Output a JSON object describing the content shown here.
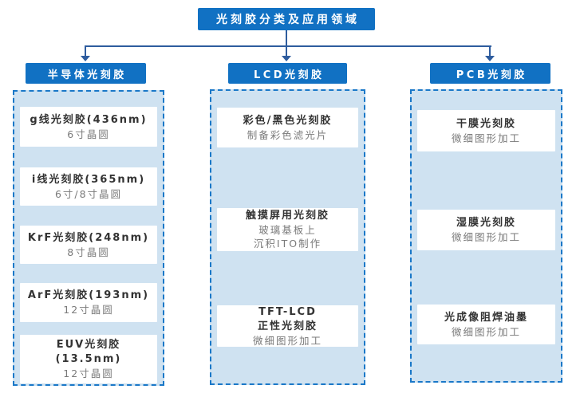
{
  "title": "光刻胶分类及应用领域",
  "colors": {
    "header_bg": "#1171c3",
    "connector": "#2e5c9e",
    "panel_bg": "#cfe2f1",
    "panel_border": "#1a78c8",
    "item_bg": "#ffffff",
    "main_text": "#333333",
    "sub_text": "#7a7a7a"
  },
  "branches": [
    {
      "header": "半导体光刻胶",
      "items": [
        {
          "main": [
            "g线光刻胶(436nm)"
          ],
          "sub": [
            "6寸晶圆"
          ]
        },
        {
          "main": [
            "i线光刻胶(365nm)"
          ],
          "sub": [
            "6寸/8寸晶圆"
          ]
        },
        {
          "main": [
            "KrF光刻胶(248nm)"
          ],
          "sub": [
            "8寸晶圆"
          ]
        },
        {
          "main": [
            "ArF光刻胶(193nm)"
          ],
          "sub": [
            "12寸晶圆"
          ]
        },
        {
          "main": [
            "EUV光刻胶",
            "(13.5nm)"
          ],
          "sub": [
            "12寸晶圆"
          ]
        }
      ]
    },
    {
      "header": "LCD光刻胶",
      "items": [
        {
          "main": [
            "彩色/黑色光刻胶"
          ],
          "sub": [
            "制备彩色滤光片"
          ]
        },
        {
          "main": [
            "触摸屏用光刻胶"
          ],
          "sub": [
            "玻璃基板上",
            "沉积ITO制作"
          ]
        },
        {
          "main": [
            "TFT-LCD",
            "正性光刻胶"
          ],
          "sub": [
            "微细图形加工"
          ]
        }
      ]
    },
    {
      "header": "PCB光刻胶",
      "items": [
        {
          "main": [
            "干膜光刻胶"
          ],
          "sub": [
            "微细图形加工"
          ]
        },
        {
          "main": [
            "湿膜光刻胶"
          ],
          "sub": [
            "微细图形加工"
          ]
        },
        {
          "main": [
            "光成像阻焊油墨"
          ],
          "sub": [
            "微细图形加工"
          ]
        }
      ]
    }
  ]
}
